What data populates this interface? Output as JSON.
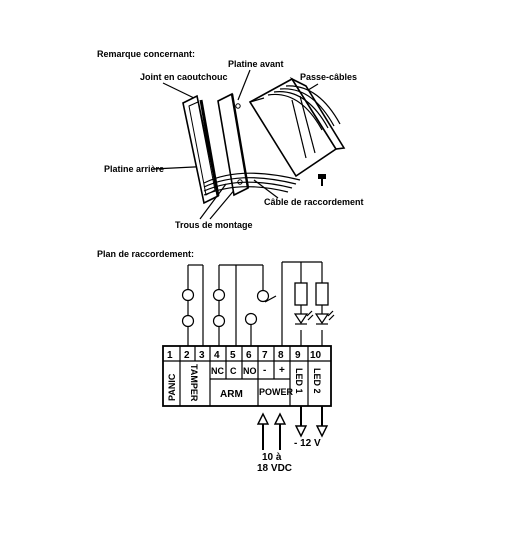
{
  "top_section": {
    "heading": "Remarque concernant:",
    "labels": {
      "front_plate": "Platine avant",
      "rubber_gasket": "Joint en caoutchouc",
      "cable_gland": "Passe-câbles",
      "rear_plate": "Platine arrière",
      "connection_cable": "Câble de raccordement",
      "mounting_holes": "Trous de montage"
    }
  },
  "bottom_section": {
    "heading": "Plan de raccordement:",
    "terminals": [
      "1",
      "2",
      "3",
      "4",
      "5",
      "6",
      "7",
      "8",
      "9",
      "10"
    ],
    "groups": {
      "panic": "PANIC",
      "tamper": "TAMPER",
      "nc": "NC",
      "c": "C",
      "no": "NO",
      "arm": "ARM",
      "minus": "-",
      "plus": "+",
      "power": "POWER",
      "led1": "LED 1",
      "led2": "LED 2"
    },
    "supply_line1": "10 à",
    "supply_line2": "18 VDC",
    "led_voltage": "- 12 V"
  }
}
